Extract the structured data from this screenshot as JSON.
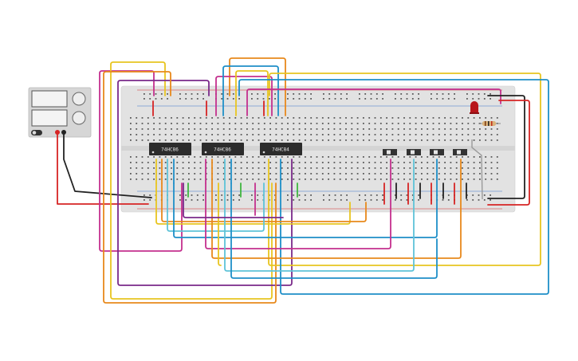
{
  "chips": [
    {
      "label": "74HC86"
    },
    {
      "label": "74HC86"
    },
    {
      "label": "74HC84"
    }
  ],
  "colors": {
    "breadboard": "#e2e2e2",
    "rail_red": "#d22c2c",
    "rail_blue": "#3a73c8",
    "chip": "#2c2c2c",
    "power_supply": "#d6d6d6",
    "led": "#b8151b",
    "wire_yellow": "#e8c520",
    "wire_orange": "#e8891c",
    "wire_purple": "#7a2a8a",
    "wire_magenta": "#c4308e",
    "wire_blue": "#1e8fc8",
    "wire_cyan": "#5ec3d8",
    "wire_red": "#d62424",
    "wire_black": "#222222",
    "wire_green": "#3fb53f"
  },
  "icons": {
    "power_supply_knob_1": "knob-icon",
    "power_supply_knob_2": "knob-icon",
    "led": "led-icon",
    "resistor": "resistor-icon",
    "switch": "dip-switch-icon"
  }
}
